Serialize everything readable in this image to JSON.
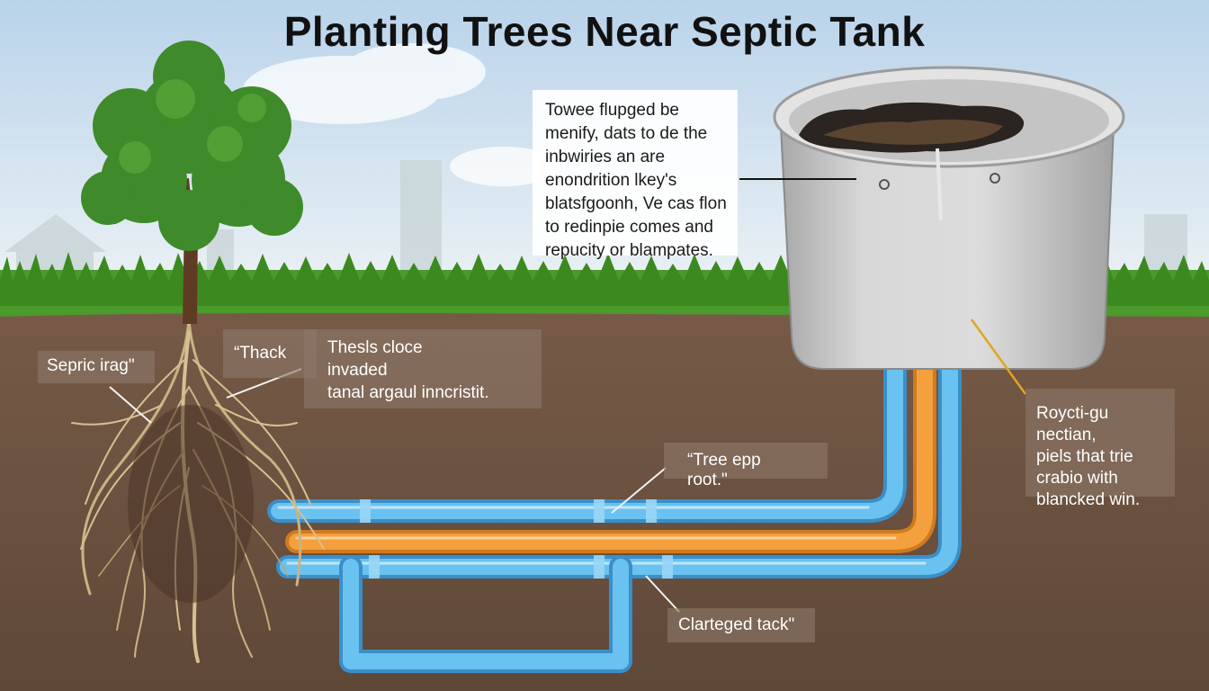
{
  "title": "Planting Trees Near Septic Tank",
  "tank_note": {
    "lines": [
      "Towee flupged be",
      "menify, dats to de the",
      "inbwiries an are",
      "enondrition lkey's",
      "blatsfgoonh, Ve cas flon",
      "to redinpie comes and",
      "repucity or blampates."
    ]
  },
  "labels": {
    "septic_tag": "Sepric irag\"",
    "thack": "“Thack",
    "invaded": [
      "Thesls cloce",
      "invaded",
      "tanal argaul inncristit."
    ],
    "tree_root": "“Tree epp root.\"",
    "clogged": "Clarteged tack\"",
    "right_note": [
      "Roycti-gu nectian,",
      "piels that trie",
      "crabio with",
      "blancked win."
    ]
  },
  "colors": {
    "sky_top": "#bcd5ea",
    "soil": "#6d5444",
    "grass": "#3f8c22",
    "pipe_blue": "#5fb8ea",
    "pipe_orange": "#f29a38",
    "tank_gray": "#c9c9c9",
    "leaf_green": "#3f8a2a",
    "root_tan": "#d6c091"
  }
}
